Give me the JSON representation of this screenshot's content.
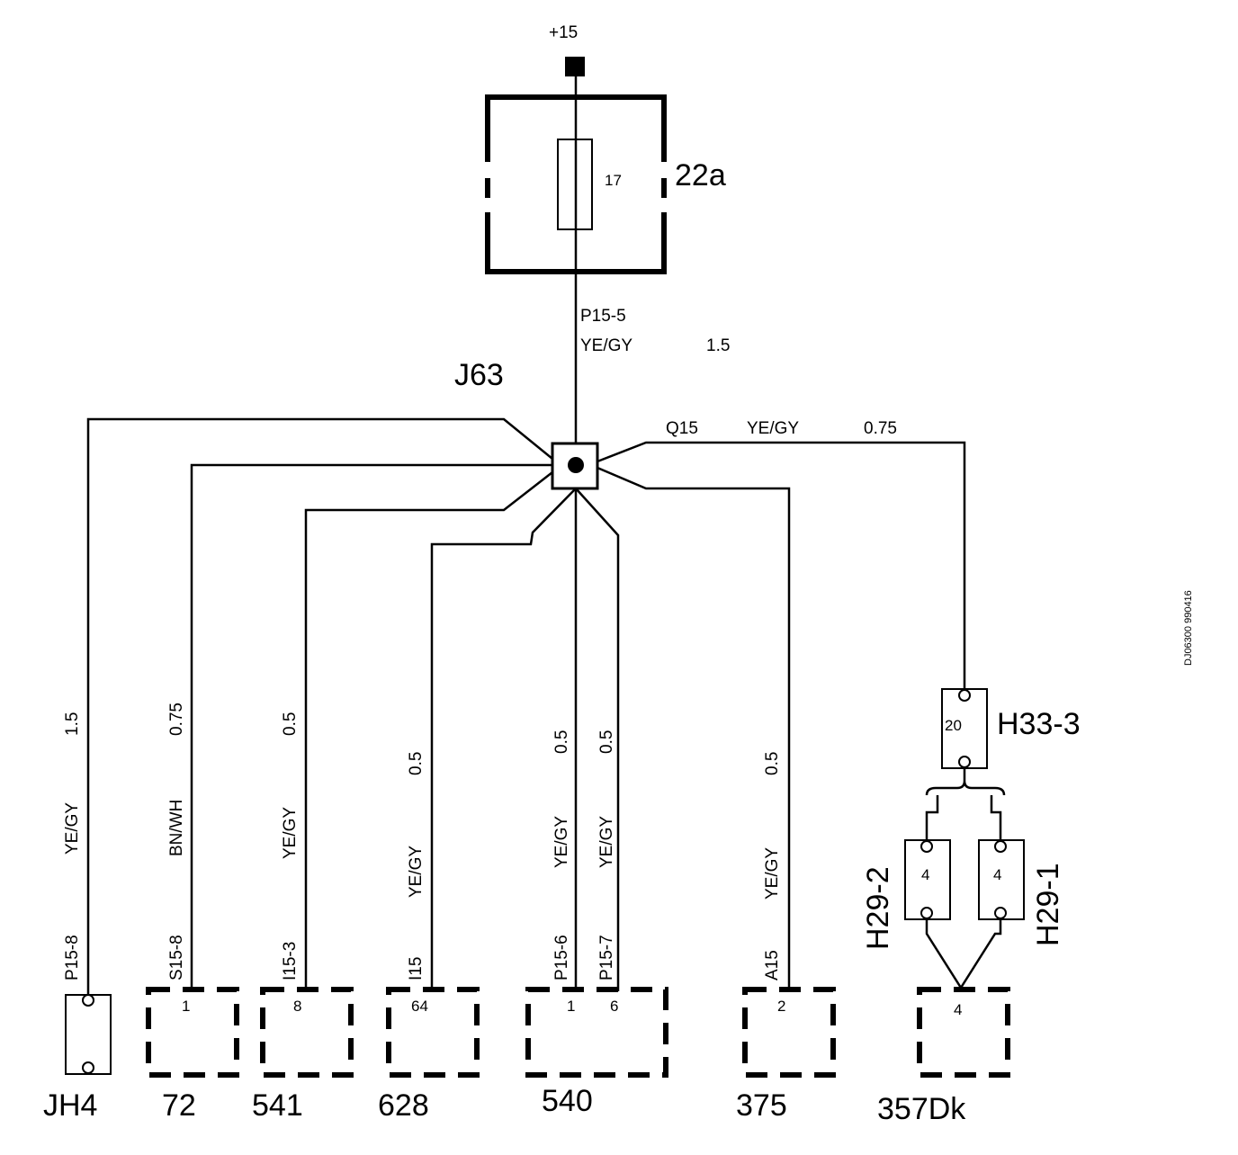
{
  "supply": {
    "label": "+15"
  },
  "fuse_box": {
    "id": "22a",
    "fuse_number": "17"
  },
  "feed_wire": {
    "connector": "P15-5",
    "color": "YE/GY",
    "size": "1.5"
  },
  "junction": {
    "id": "J63"
  },
  "branch_right": {
    "connector": "Q15",
    "color": "YE/GY",
    "size": "0.75"
  },
  "connector_h33": {
    "id": "H33-3",
    "pin": "20"
  },
  "connector_h29_2": {
    "id": "H29-2",
    "pin": "4"
  },
  "connector_h29_1": {
    "id": "H29-1",
    "pin": "4"
  },
  "drawing_ref": "DJ06300 990416",
  "branches": [
    {
      "connector": "P15-8",
      "color": "YE/GY",
      "size": "1.5",
      "component": "JH4",
      "pin": ""
    },
    {
      "connector": "S15-8",
      "color": "BN/WH",
      "size": "0.75",
      "component": "72",
      "pin": "1"
    },
    {
      "connector": "I15-3",
      "color": "YE/GY",
      "size": "0.5",
      "component": "541",
      "pin": "8"
    },
    {
      "connector": "I15",
      "color": "YE/GY",
      "size": "0.5",
      "component": "628",
      "pin": "64"
    },
    {
      "connector": "P15-6",
      "color": "YE/GY",
      "size": "0.5",
      "component": "540",
      "pin": "1"
    },
    {
      "connector": "P15-7",
      "color": "YE/GY",
      "size": "0.5",
      "component": "540",
      "pin": "6"
    },
    {
      "connector": "A15",
      "color": "YE/GY",
      "size": "0.5",
      "component": "375",
      "pin": "2"
    },
    {
      "connector": "",
      "color": "",
      "size": "",
      "component": "357Dk",
      "pin": "4"
    }
  ]
}
